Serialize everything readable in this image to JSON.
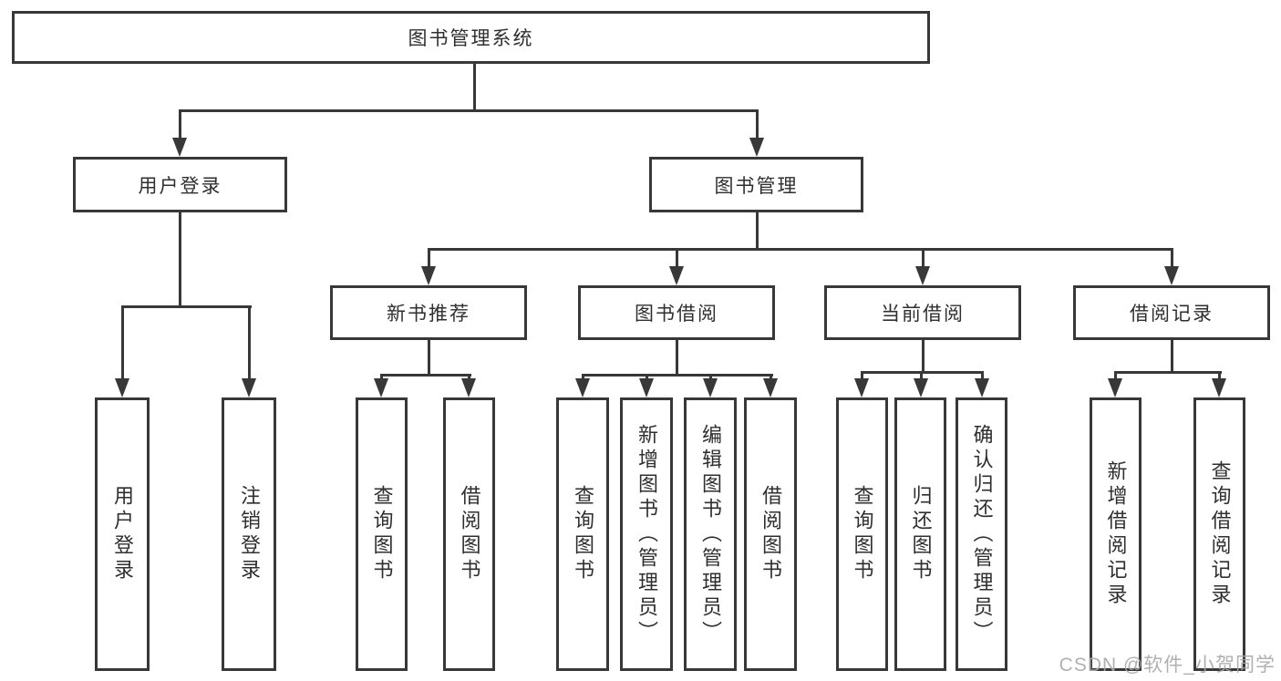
{
  "diagram": {
    "root": {
      "label": "图书管理系统"
    },
    "level2": [
      {
        "label": "用户登录"
      },
      {
        "label": "图书管理"
      }
    ],
    "level3": [
      {
        "label": "新书推荐"
      },
      {
        "label": "图书借阅"
      },
      {
        "label": "当前借阅"
      },
      {
        "label": "借阅记录"
      }
    ],
    "leaves": {
      "user_login": [
        "用户登录",
        "注销登录"
      ],
      "new_book": [
        "查询图书",
        "借阅图书"
      ],
      "book_borrow": [
        "查询图书",
        "新增图书（管理员）",
        "编辑图书（管理员）",
        "借阅图书"
      ],
      "current_borrow": [
        "查询图书",
        "归还图书",
        "确认归还（管理员）"
      ],
      "borrow_records": [
        "新增借阅记录",
        "查询借阅记录"
      ]
    }
  },
  "watermark": {
    "text": "CSDN @软件_小贺同学"
  },
  "colors": {
    "line": "#383838",
    "box_border": "#383838",
    "text": "#2f2f2f",
    "watermark": "#a8a8a8",
    "background": "#ffffff"
  }
}
